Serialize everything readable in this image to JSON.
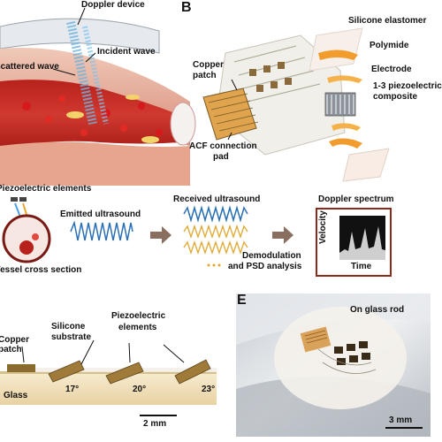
{
  "panels": {
    "b": "B",
    "e": "E"
  },
  "panel_a": {
    "doppler_device": "Doppler device",
    "incident_wave": "Incident wave",
    "scattered_wave": "Scattered wave"
  },
  "panel_b": {
    "silicone_elastomer": "Silicone elastomer",
    "polymide": "Polymide",
    "electrode": "Electrode",
    "piezo_composite_line1": "1-3 piezoelectric",
    "piezo_composite_line2": "composite",
    "copper_patch_line1": "Copper",
    "copper_patch_line2": "patch",
    "acf_pad_line1": "ACF connection",
    "acf_pad_line2": "pad"
  },
  "panel_c": {
    "piezo_elements": "Piezoelectric elements",
    "vessel_cross_section": "Vessel cross section",
    "emitted_ultrasound": "Emitted ultrasound",
    "received_ultrasound": "Received ultrasound",
    "demod_line1": "Demodulation",
    "demod_line2": "and PSD analysis",
    "doppler_spectrum": "Doppler spectrum",
    "velocity": "Velocity",
    "time": "Time"
  },
  "panel_d": {
    "copper_patch_line1": "Copper",
    "copper_patch_line2": "patch",
    "silicone_substrate_line1": "Silicone",
    "silicone_substrate_line2": "substrate",
    "piezo_elements_line1": "Piezoelectric",
    "piezo_elements_line2": "elements",
    "glass": "Glass",
    "angle_1": "17°",
    "angle_2": "20°",
    "angle_3": "23°",
    "scale_bar": "2 mm"
  },
  "panel_e": {
    "on_glass_rod": "On glass rod",
    "scale_bar": "3 mm"
  }
}
